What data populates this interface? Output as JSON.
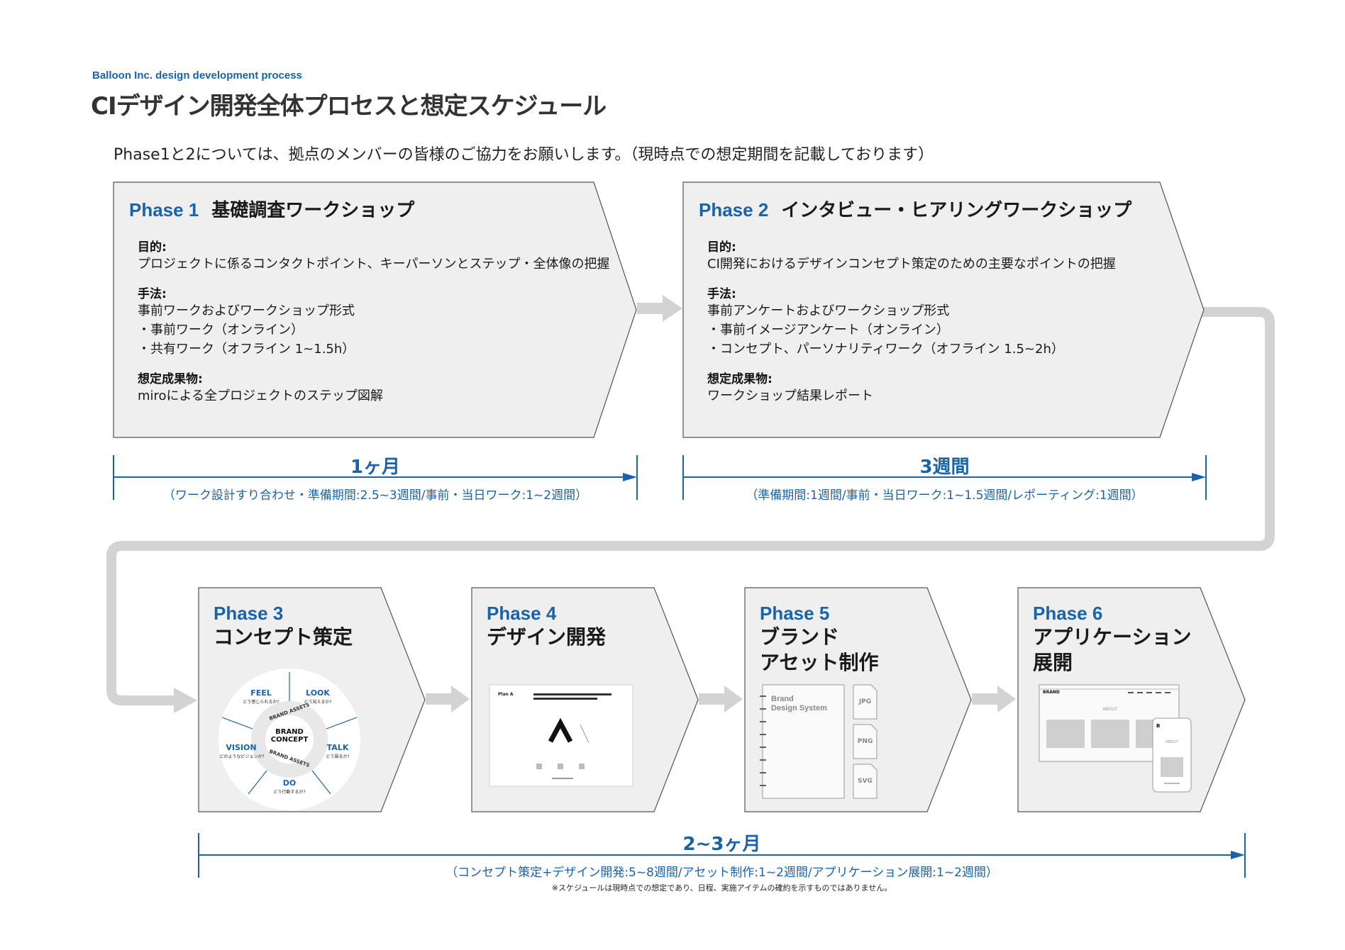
{
  "header": {
    "subtitle": "Balloon Inc. design development process",
    "title": "CIデザイン開発全体プロセスと想定スケジュール",
    "intro": "Phase1と2については、拠点のメンバーの皆様のご協力をお願いします。（現時点での想定期間を記載しております）"
  },
  "phase1": {
    "title": "Phase 1",
    "name": "基礎調査ワークショップ",
    "purpose_label": "目的:",
    "purpose": "プロジェクトに係るコンタクトポイント、キーパーソンとステップ・全体像の把握",
    "method_label": "手法:",
    "method_lines": [
      "事前ワークおよびワークショップ形式",
      "・事前ワーク（オンライン）",
      "・共有ワーク（オフライン 1~1.5h）"
    ],
    "output_label": "想定成果物:",
    "output": "miroによる全プロジェクトのステップ図解"
  },
  "phase2": {
    "title": "Phase 2",
    "name": "インタビュー・ヒアリングワークショップ",
    "purpose_label": "目的:",
    "purpose": "CI開発におけるデザインコンセプト策定のための主要なポイントの把握",
    "method_label": "手法:",
    "method_lines": [
      "事前アンケートおよびワークショップ形式",
      "・事前イメージアンケート（オンライン）",
      "・コンセプト、パーソナリティワーク（オフライン 1.5~2h）"
    ],
    "output_label": "想定成果物:",
    "output": "ワークショップ結果レポート"
  },
  "duration1": {
    "label": "1ヶ月",
    "sub": "（ワーク設計すり合わせ・準備期間:2.5~3週間/事前・当日ワーク:1~2週間）"
  },
  "duration2": {
    "label": "3週間",
    "sub": "（準備期間:1週間/事前・当日ワーク:1~1.5週間/レポーティング:1週間）"
  },
  "phase3": {
    "title": "Phase 3",
    "name": "コンセプト策定",
    "wheel": {
      "feel": "FEEL",
      "feel_sub": "どう感じられるか?",
      "look": "LOOK",
      "look_sub": "どう見えるか?",
      "vision": "VISION",
      "vision_sub": "どのようなビジョンか?",
      "talk": "TALK",
      "talk_sub": "どう語るか?",
      "do": "DO",
      "do_sub": "どう行動するか?",
      "center1": "BRAND",
      "center2": "CONCEPT",
      "ring_top": "BRAND ASSETS",
      "ring_bottom": "BRAND ASSETS"
    }
  },
  "phase4": {
    "title": "Phase 4",
    "name": "デザイン開発",
    "card_heading": "Plan A"
  },
  "phase5": {
    "title": "Phase 5",
    "name": "ブランド\nアセット制作",
    "book_title": "Brand\nDesign System",
    "files": [
      "JPG",
      "PNG",
      "SVG"
    ]
  },
  "phase6": {
    "title": "Phase 6",
    "name": "アプリケーション\n展開",
    "site_logo": "BRAND",
    "site_about": "ABOUT",
    "phone_logo": "B",
    "phone_about": "ABOUT"
  },
  "duration3": {
    "label": "2~3ヶ月",
    "sub": "（コンセプト策定+デザイン開発:5~8週間/アセット制作:1~2週間/アプリケーション展開:1~2週間）"
  },
  "note": "※スケジュールは現時点での想定であり、日程、実施アイテムの確約を示すものではありません。",
  "colors": {
    "accent": "#1a63a8",
    "box_fill": "#efefef",
    "box_stroke": "#555555",
    "connector": "#d3d3d3"
  }
}
